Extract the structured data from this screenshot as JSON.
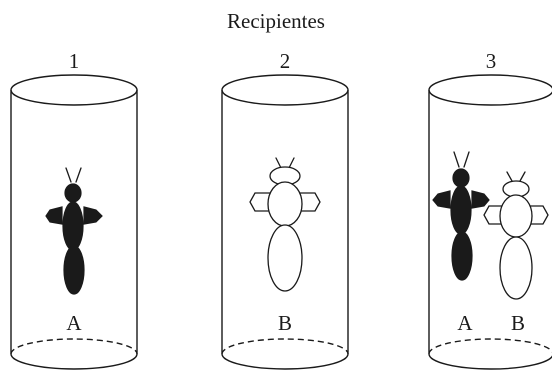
{
  "title": "Recipientes",
  "containers": [
    {
      "number": "1",
      "labels": [
        "A"
      ]
    },
    {
      "number": "2",
      "labels": [
        "B"
      ]
    },
    {
      "number": "3",
      "labels": [
        "A",
        "B"
      ]
    }
  ],
  "colors": {
    "ink": "#1a1a1a",
    "background": "#ffffff"
  }
}
